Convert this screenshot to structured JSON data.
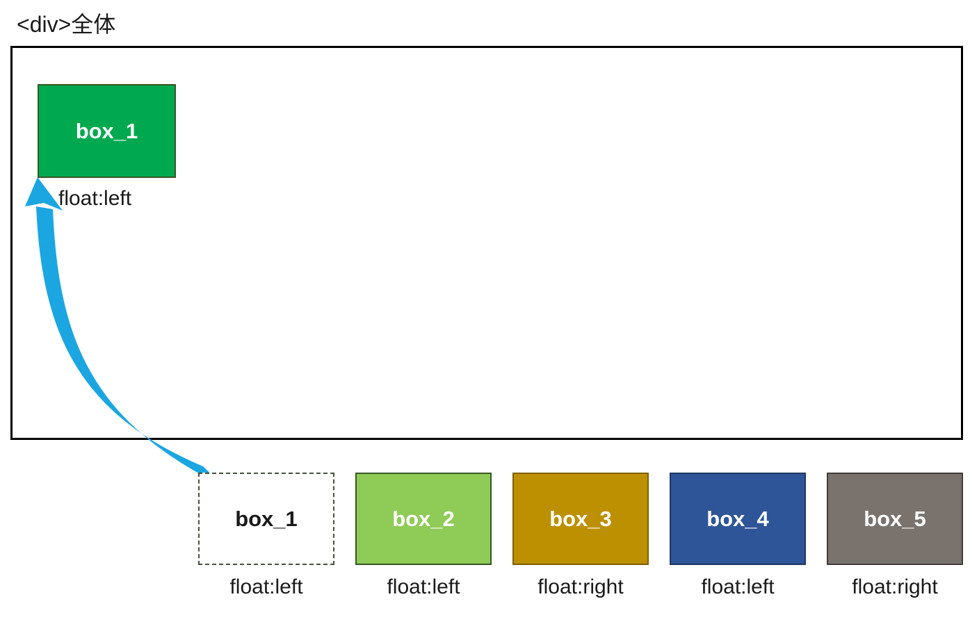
{
  "title": "<div>全体",
  "container_box": {
    "label": "box_1",
    "caption": "float:left",
    "fill": "#00A94F",
    "border_color": "#375623",
    "text_color": "#FFFFFF"
  },
  "arrow": {
    "color": "#1BA6E2"
  },
  "row_boxes": [
    {
      "label": "box_1",
      "caption": "float:left",
      "fill": "#FFFFFF",
      "border_color": "#44503C",
      "text_color": "#1A1A1A",
      "style": "dashed"
    },
    {
      "label": "box_2",
      "caption": "float:left",
      "fill": "#8FCB57",
      "border_color": "#375623",
      "text_color": "#FFFFFF",
      "style": "solid"
    },
    {
      "label": "box_3",
      "caption": "float:right",
      "fill": "#BC9000",
      "border_color": "#7F6000",
      "text_color": "#FFFFFF",
      "style": "solid"
    },
    {
      "label": "box_4",
      "caption": "float:left",
      "fill": "#2E5597",
      "border_color": "#1F3864",
      "text_color": "#FFFFFF",
      "style": "solid"
    },
    {
      "label": "box_5",
      "caption": "float:right",
      "fill": "#7A726D",
      "border_color": "#3F3B39",
      "text_color": "#FFFFFF",
      "style": "solid"
    }
  ]
}
